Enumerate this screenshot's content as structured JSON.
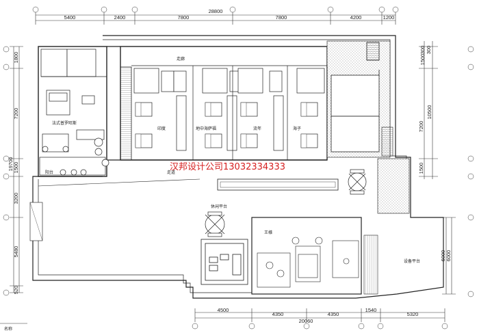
{
  "colors": {
    "line": "#222222",
    "hatch": "#9a9a9a",
    "watermark": "#d62020",
    "background": "#ffffff"
  },
  "top_dimensions": [
    "5400",
    "2400",
    "7800",
    "7800",
    "4200",
    "1200"
  ],
  "top_total": "28800",
  "left_dimensions": [
    "1800",
    "7200",
    "19700",
    "1500",
    "3200",
    "5480",
    "520"
  ],
  "right_dimensions": [
    "300",
    "1500",
    "300",
    "7200",
    "10500",
    "1500",
    "6000",
    "6000"
  ],
  "bottom_dimensions": [
    "4500",
    "4350",
    "4350",
    "1540",
    "5320"
  ],
  "bottom_total": "20060",
  "rooms": {
    "corridor_top": "走廊",
    "corridor_mid": "走道",
    "provence": "法式普罗旺斯",
    "india": "印度",
    "mediterranean": "地中海萨福",
    "beach": "流年",
    "sea": "海子",
    "balcony": "阳台",
    "leisure": "休闲平台",
    "king": "王様",
    "equipment": "设备平台"
  },
  "watermark": "汉邦设计公司13032334333",
  "legend_label": "名称"
}
